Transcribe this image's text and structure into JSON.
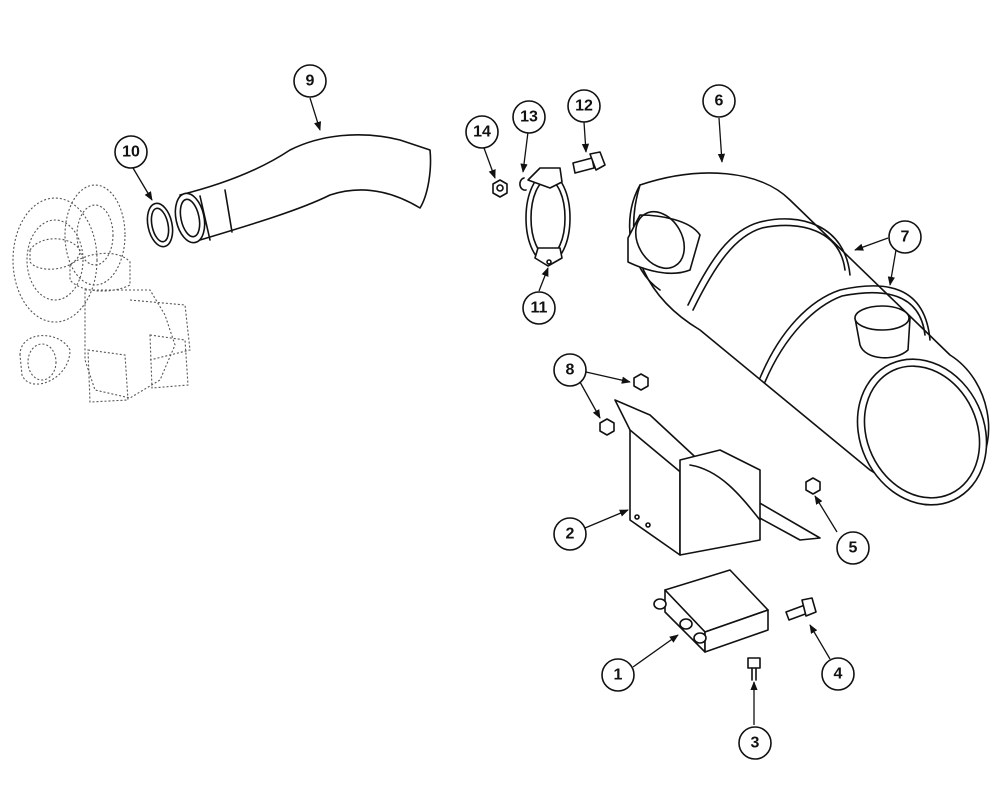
{
  "callouts": [
    {
      "id": "callout-1",
      "label": "1"
    },
    {
      "id": "callout-2",
      "label": "2"
    },
    {
      "id": "callout-3",
      "label": "3"
    },
    {
      "id": "callout-4",
      "label": "4"
    },
    {
      "id": "callout-5",
      "label": "5"
    },
    {
      "id": "callout-6",
      "label": "6"
    },
    {
      "id": "callout-7",
      "label": "7"
    },
    {
      "id": "callout-8",
      "label": "8"
    },
    {
      "id": "callout-9",
      "label": "9"
    },
    {
      "id": "callout-10",
      "label": "10"
    },
    {
      "id": "callout-11",
      "label": "11"
    },
    {
      "id": "callout-12",
      "label": "12"
    },
    {
      "id": "callout-13",
      "label": "13"
    },
    {
      "id": "callout-14",
      "label": "14"
    }
  ]
}
